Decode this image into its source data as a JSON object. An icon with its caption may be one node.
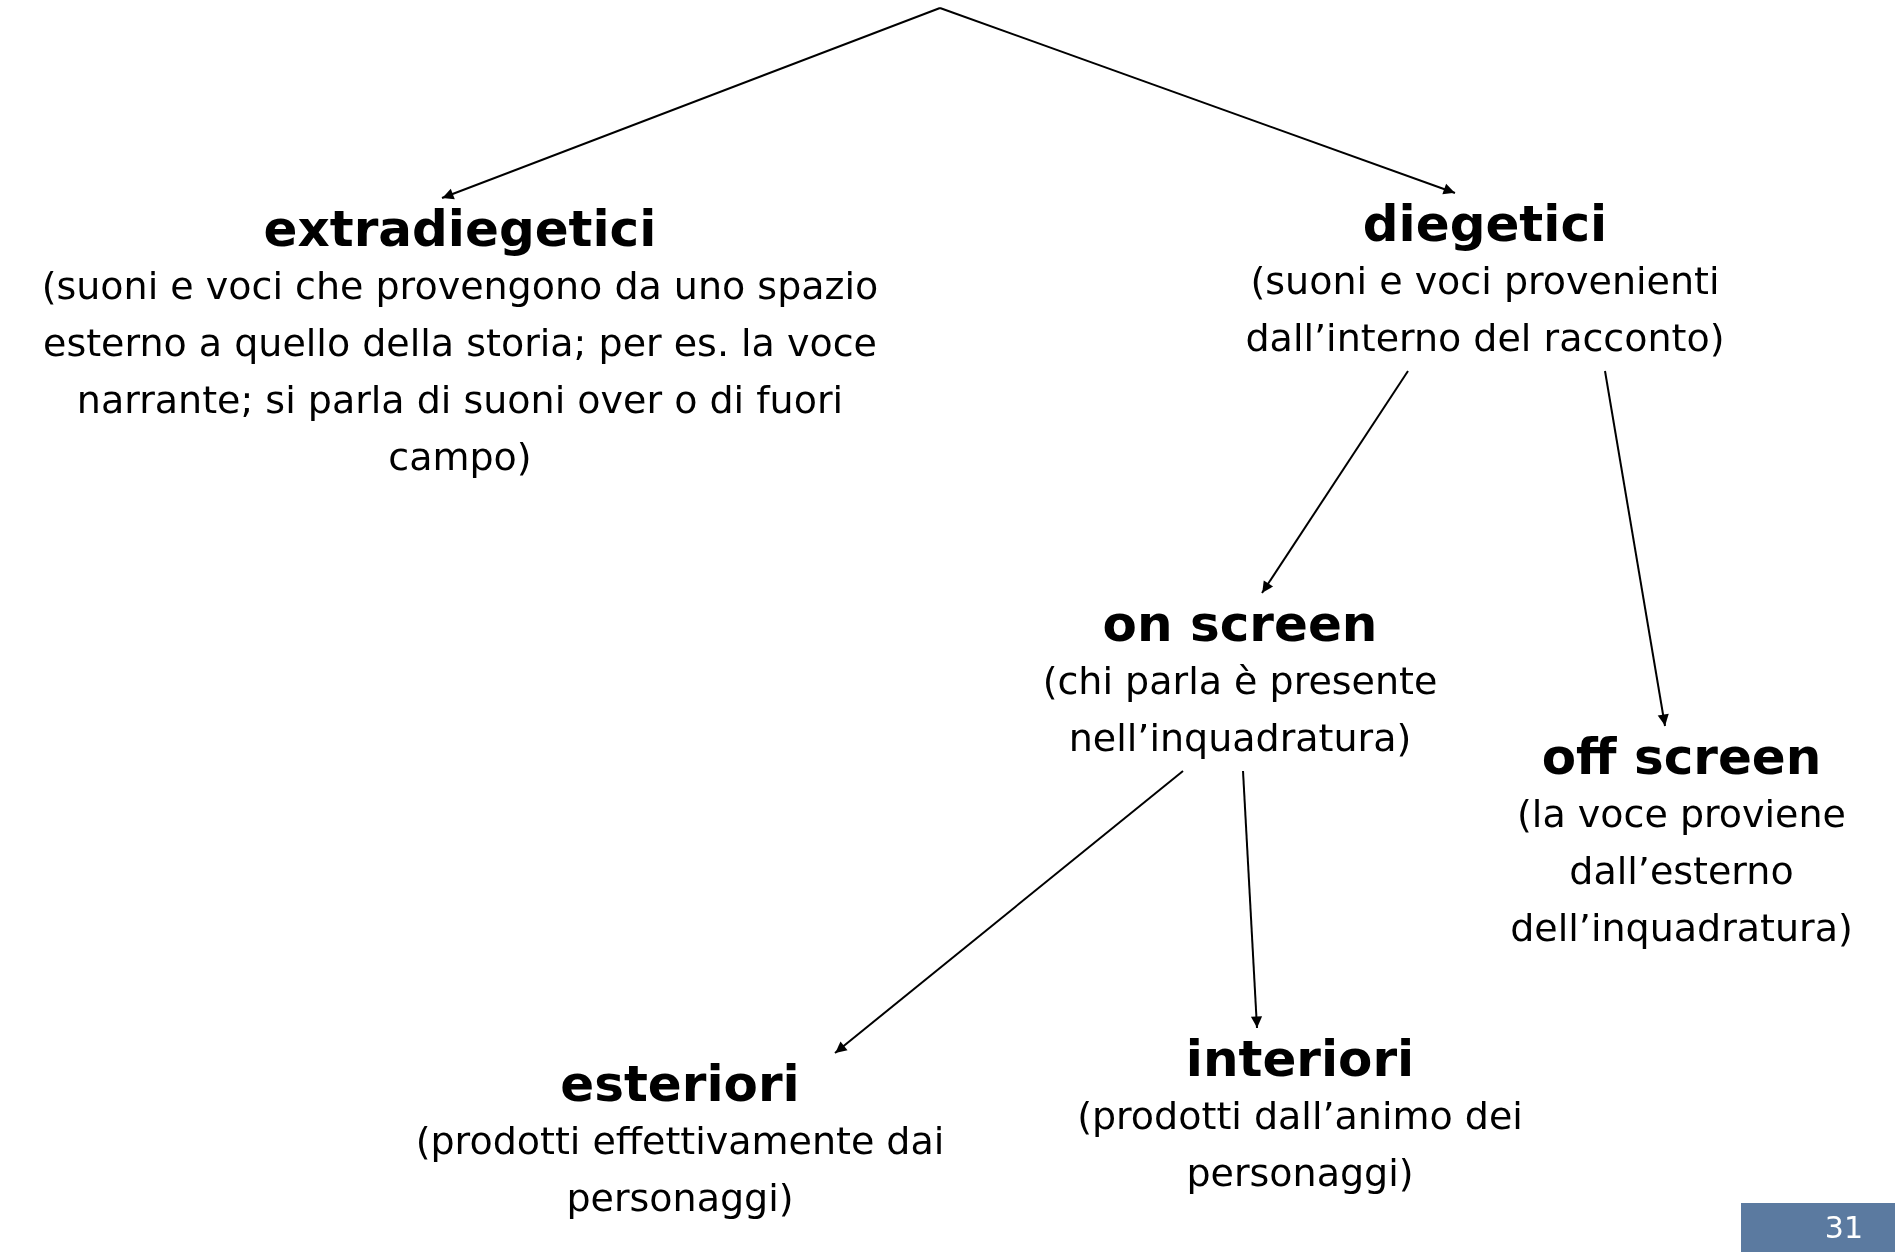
{
  "diagram": {
    "nodes": [
      {
        "text": [
          "extradiegetici",
          "(suoni e voci che provengono da uno spazio esterno a quello della storia; per es. la voce narrante; si parla di suoni over o di fuori campo)"
        ]
      },
      {
        "text": [
          "diegetici",
          "(suoni e voci provenienti dall’interno del racconto)"
        ]
      },
      {
        "text": [
          "on screen",
          "(chi parla è presente nell’inquadratura)"
        ]
      },
      {
        "text": [
          "off screen",
          "(la voce proviene dall’esterno dell’inquadratura)"
        ]
      },
      {
        "text": [
          "esteriori",
          "(prodotti effettivamente dai personaggi)"
        ]
      },
      {
        "text": [
          "interiori",
          "(prodotti dall’animo dei personaggi)"
        ]
      }
    ],
    "edges": [
      {
        "from": null,
        "to": 0,
        "arrow": "to"
      },
      {
        "from": null,
        "to": 1,
        "arrow": "to"
      },
      {
        "from": 1,
        "to": 2,
        "arrow": "to"
      },
      {
        "from": 1,
        "to": 3,
        "arrow": "to"
      },
      {
        "from": 2,
        "to": 4,
        "arrow": "to"
      },
      {
        "from": 2,
        "to": 5,
        "arrow": "to"
      }
    ],
    "labels": [
      "31"
    ]
  }
}
